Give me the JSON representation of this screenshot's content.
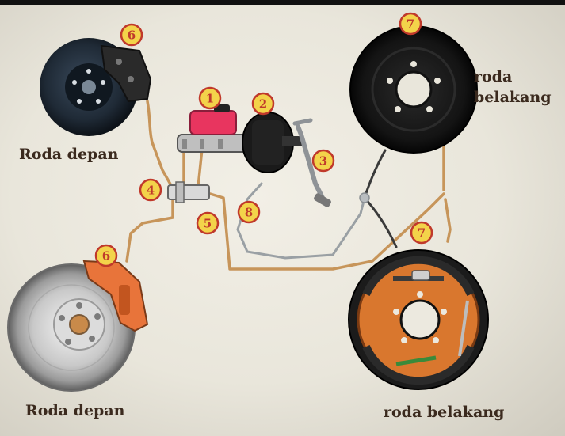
{
  "labels": {
    "front_wheel_top": "Roda depan",
    "front_wheel_bottom": "Roda depan",
    "rear_wheel_top_line1": "roda",
    "rear_wheel_top_line2": "belakang",
    "rear_wheel_bottom": "roda belakang"
  },
  "badges": {
    "master_cylinder": "1",
    "brake_booster": "2",
    "brake_pedal": "3",
    "proportioning_valve": "4",
    "brake_line": "5",
    "front_caliper_top": "6",
    "front_caliper_bottom": "6",
    "rear_drum_top": "7",
    "rear_drum_bottom": "7",
    "parking_cable": "8"
  },
  "colors": {
    "brake_line": "#c7955a",
    "badge_fill": "#f3d34a",
    "badge_stroke": "#c0392b",
    "badge_text": "#c0392b",
    "reservoir": "#e8355f",
    "caliper_orange": "#e8743a",
    "drum_orange": "#d9772e"
  }
}
